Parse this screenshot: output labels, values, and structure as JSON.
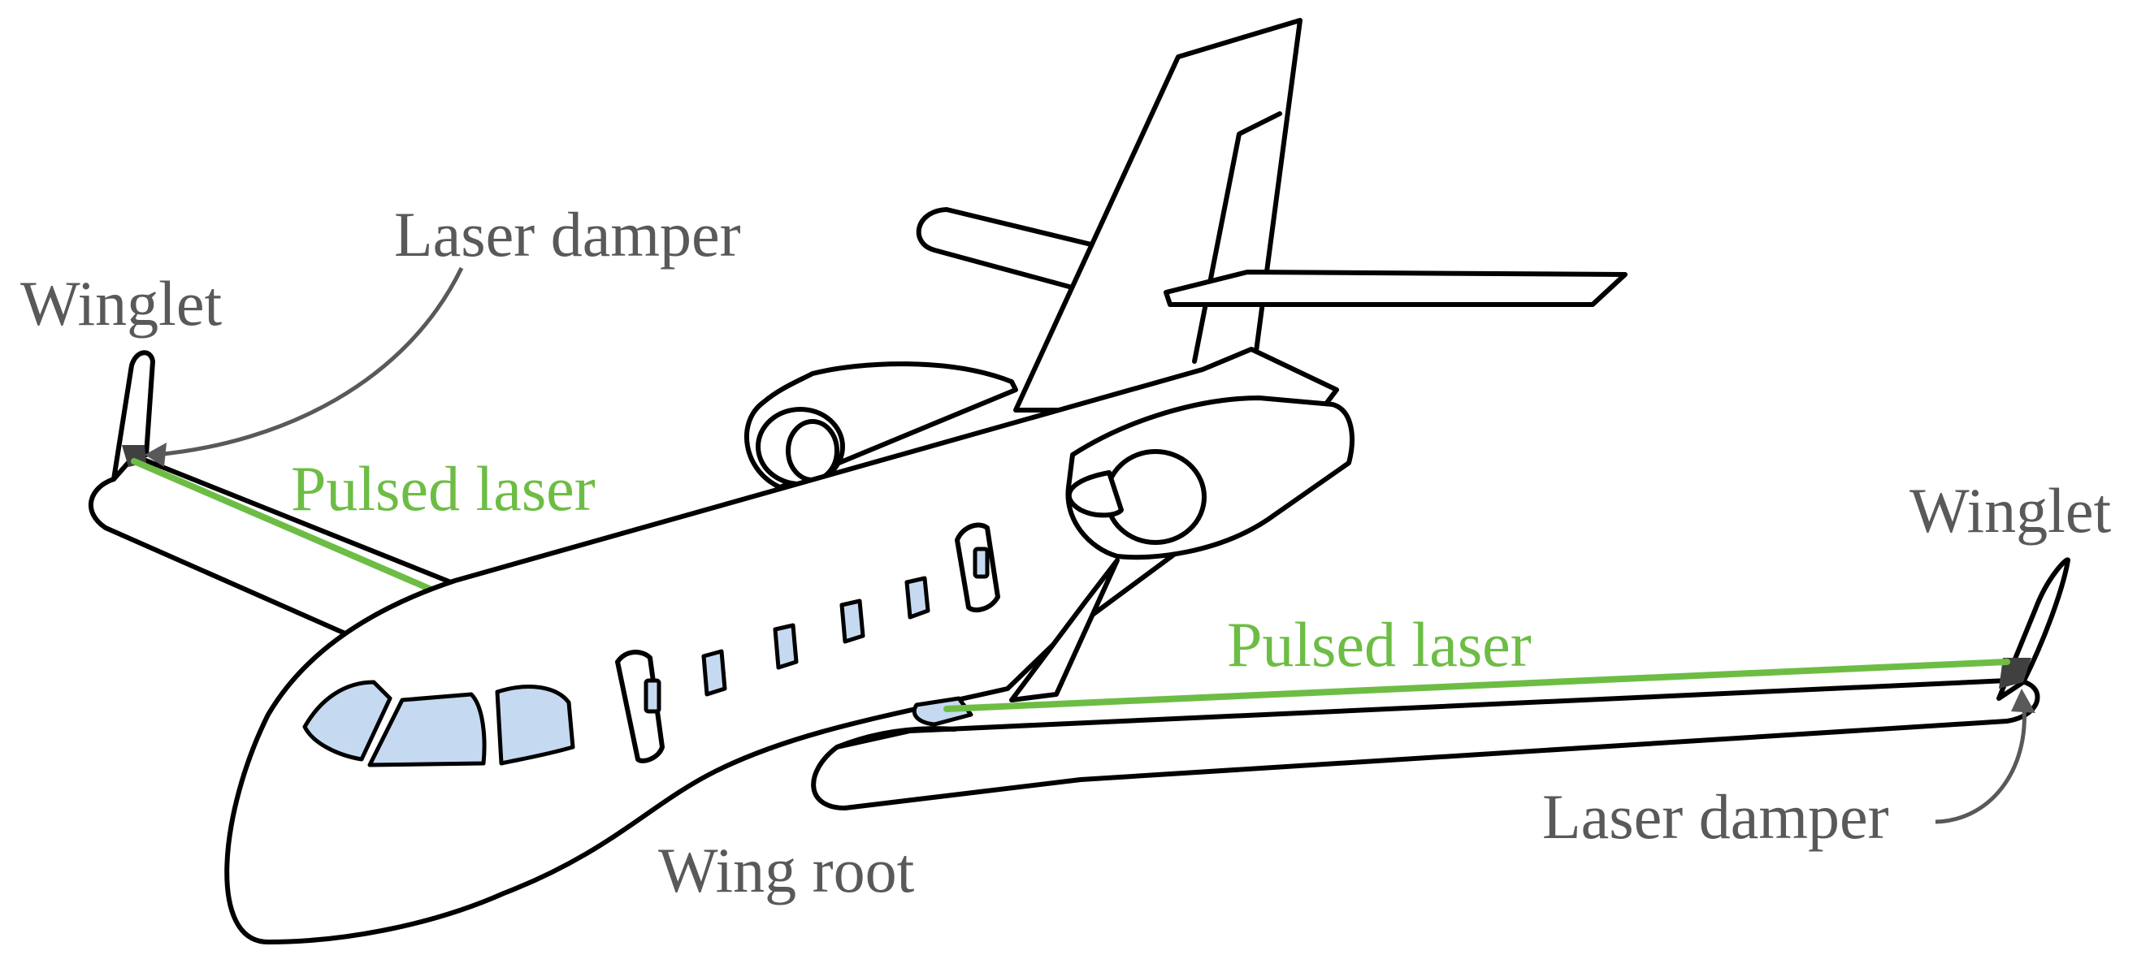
{
  "labels": {
    "winglet_left": "Winglet",
    "winglet_right": "Winglet",
    "laser_damper_left": "Laser damper",
    "laser_damper_right": "Laser damper",
    "pulsed_laser_left": "Pulsed laser",
    "pulsed_laser_right": "Pulsed laser",
    "wing_root": "Wing root"
  },
  "colors": {
    "label_text": "#595959",
    "laser": "#6dbd45",
    "window": "#c5d9f1",
    "outline": "#000000",
    "damper": "#404040"
  }
}
